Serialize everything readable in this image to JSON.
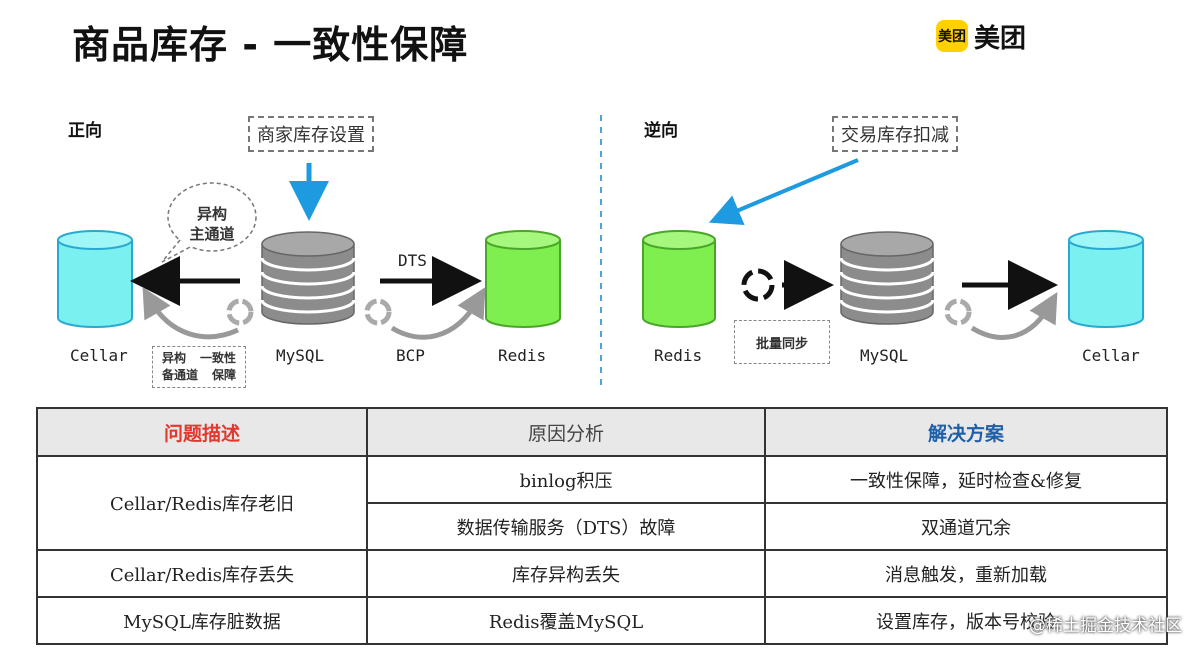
{
  "header": {
    "title": "商品库存 - 一致性保障",
    "logo_mark": "美团",
    "logo_text": "美团"
  },
  "forward": {
    "label": "正向",
    "setting_box": "商家库存设置",
    "bubble_line1": "异构",
    "bubble_line2": "主通道",
    "dts_label": "DTS",
    "backup_line1a": "异构",
    "backup_line1b": "一致性",
    "backup_line2a": "备通道",
    "backup_line2b": "保障",
    "nodes": {
      "cellar": "Cellar",
      "mysql": "MySQL",
      "bcp": "BCP",
      "redis": "Redis"
    }
  },
  "reverse": {
    "label": "逆向",
    "deduct_box": "交易库存扣减",
    "batch_box": "批量同步",
    "nodes": {
      "redis": "Redis",
      "mysql": "MySQL",
      "cellar": "Cellar"
    }
  },
  "colors": {
    "cyan": "#7af0f0",
    "green": "#7fef4f",
    "gray_db": "#8c8c8c",
    "arrow_blue": "#1e9be0",
    "problem_red": "#e03a2e",
    "solution_blue": "#1f5fa8"
  },
  "table": {
    "headers": [
      "问题描述",
      "原因分析",
      "解决方案"
    ],
    "rows": [
      {
        "problem": "Cellar/Redis库存老旧",
        "cause": "binlog积压",
        "solution": "一致性保障，延时检查&修复"
      },
      {
        "problem": "",
        "cause": "数据传输服务（DTS）故障",
        "solution": "双通道冗余"
      },
      {
        "problem": "Cellar/Redis库存丢失",
        "cause": "库存异构丢失",
        "solution": "消息触发，重新加载"
      },
      {
        "problem": "MySQL库存脏数据",
        "cause": "Redis覆盖MySQL",
        "solution": "设置库存，版本号校验"
      }
    ]
  },
  "watermark": "@稀土掘金技术社区"
}
